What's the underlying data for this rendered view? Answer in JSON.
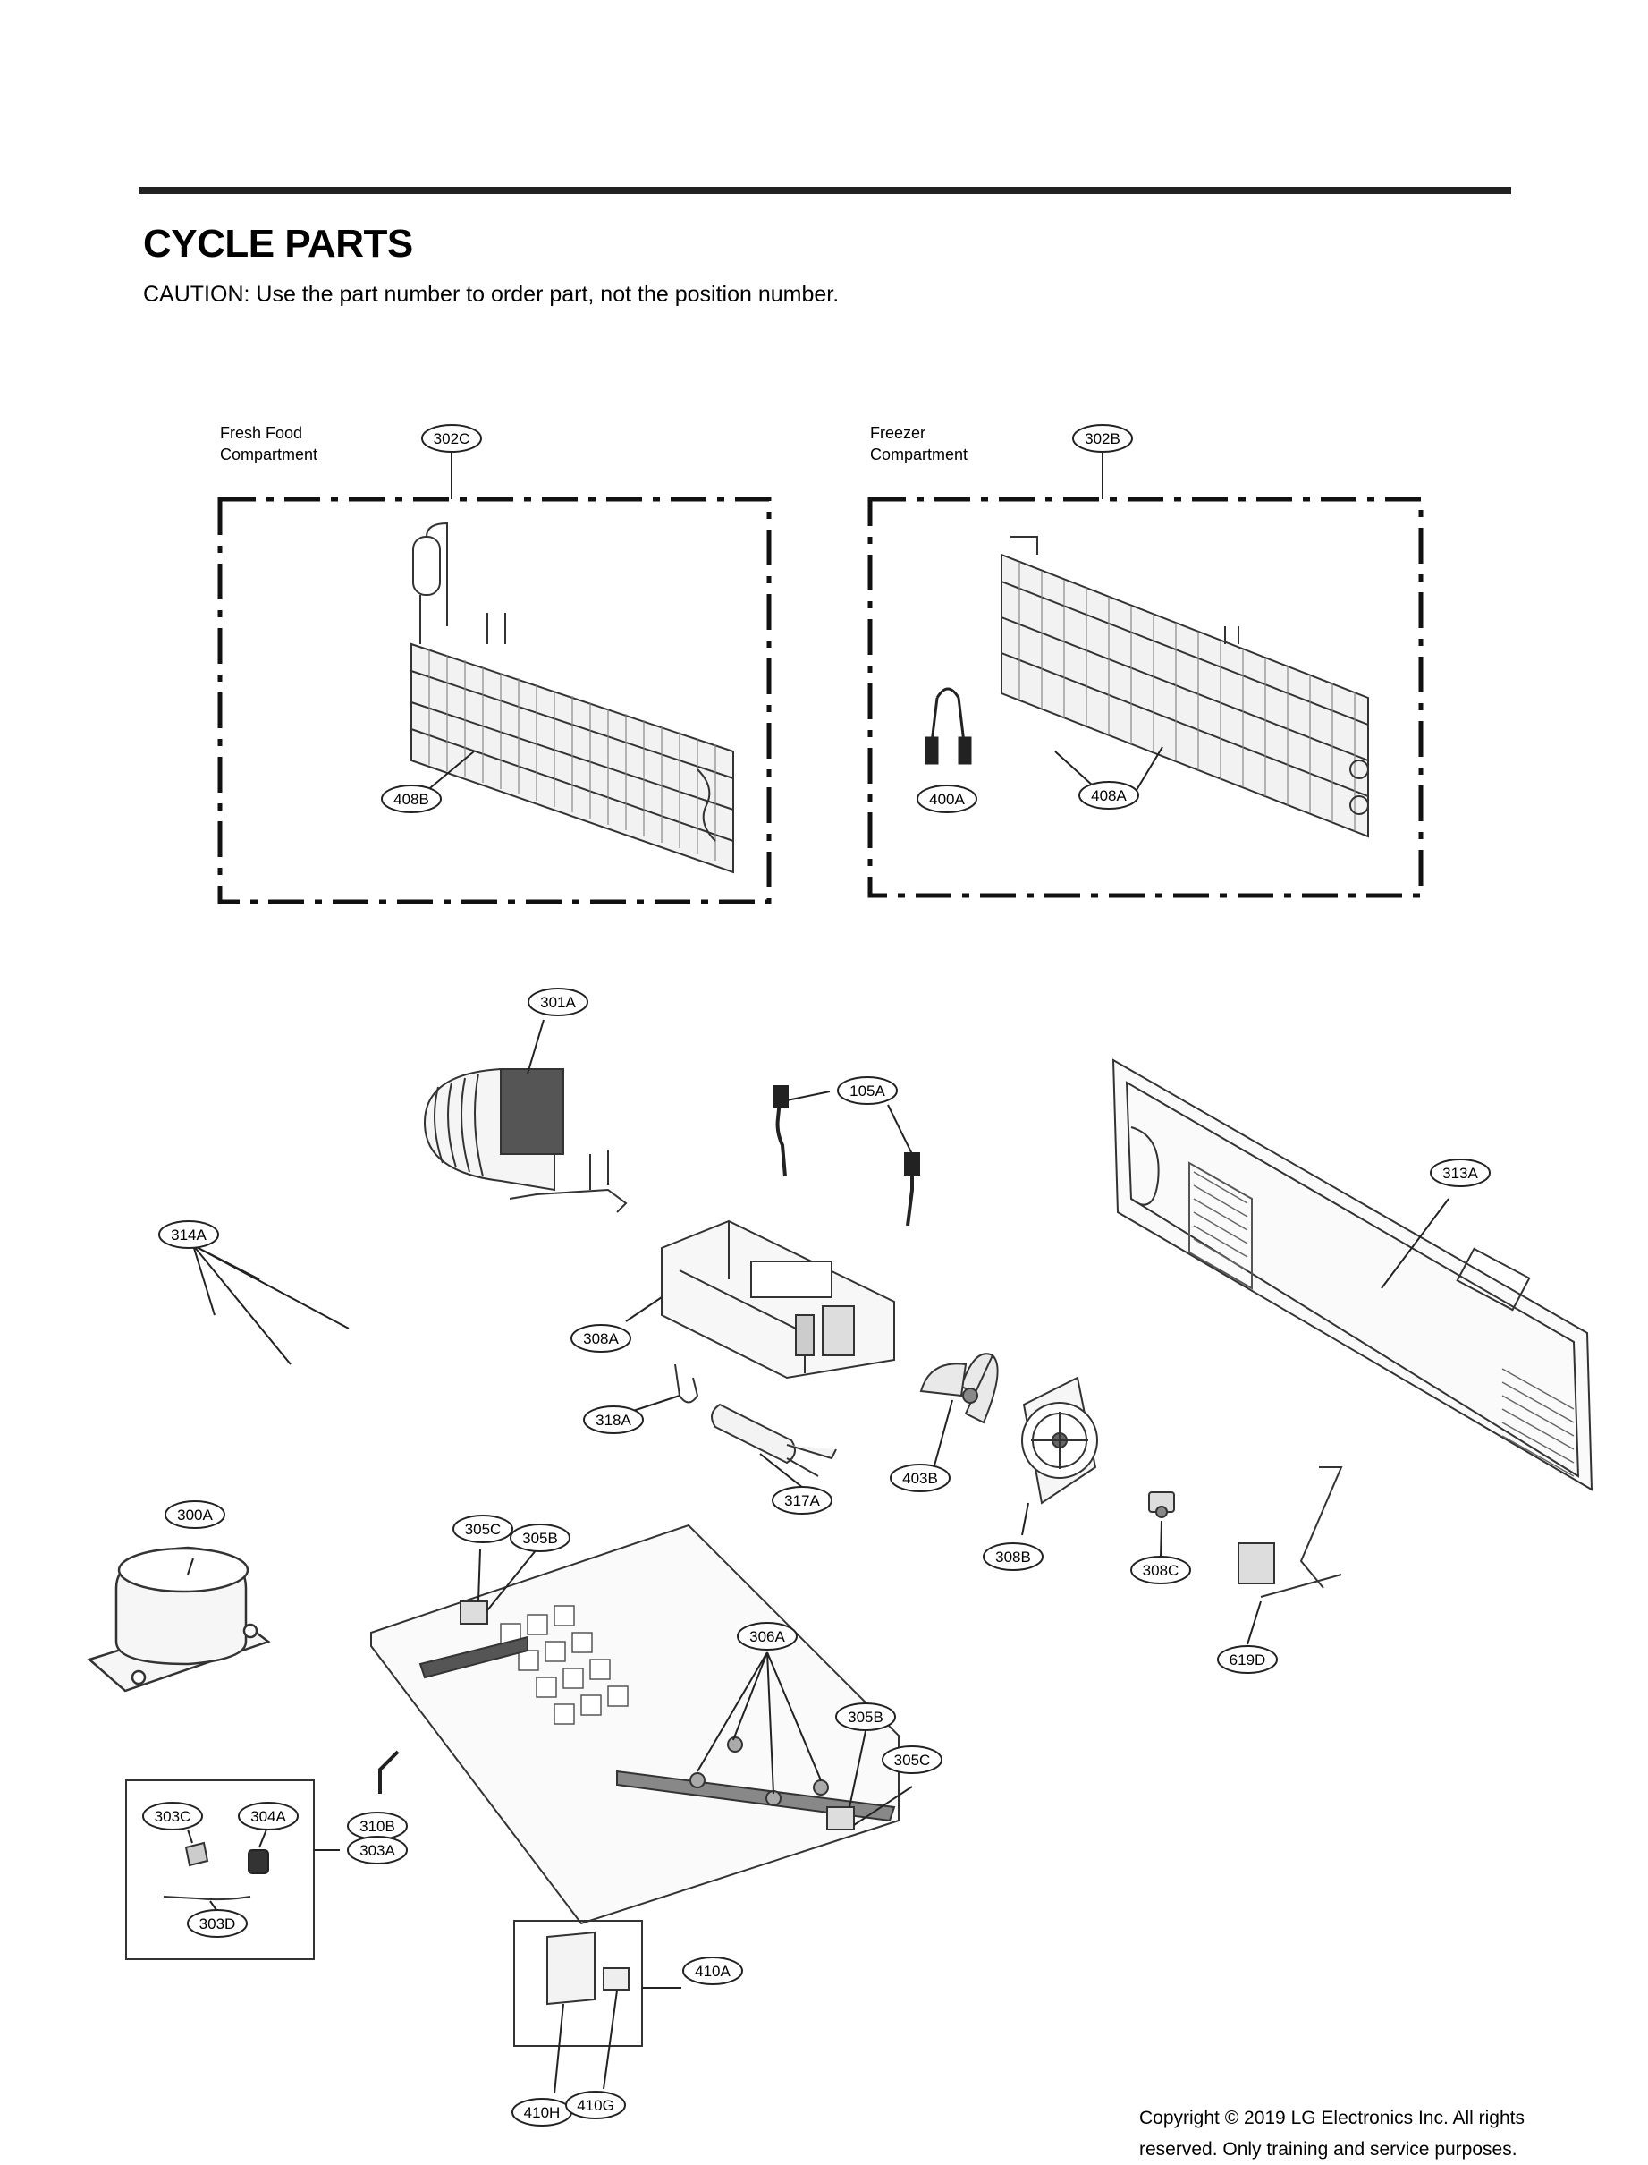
{
  "title": "CYCLE PARTS",
  "caution": "CAUTION: Use the part number to order part, not the position number.",
  "copyright_line1": "Copyright © 2019  LG Electronics Inc. All rights",
  "copyright_line2": "reserved. Only training and service purposes.",
  "compartments": {
    "fresh_food": [
      "Fresh Food",
      "Compartment"
    ],
    "freezer": [
      "Freezer",
      "Compartment"
    ]
  },
  "callouts": [
    "302C",
    "302B",
    "408B",
    "400A",
    "408A",
    "301A",
    "105A",
    "313A",
    "314A",
    "308A",
    "318A",
    "317A",
    "403B",
    "308B",
    "308C",
    "619D",
    "300A",
    "305C",
    "305B",
    "306A",
    "305B",
    "305C",
    "303C",
    "304A",
    "310B",
    "303A",
    "303D",
    "410A",
    "410H",
    "410G"
  ]
}
